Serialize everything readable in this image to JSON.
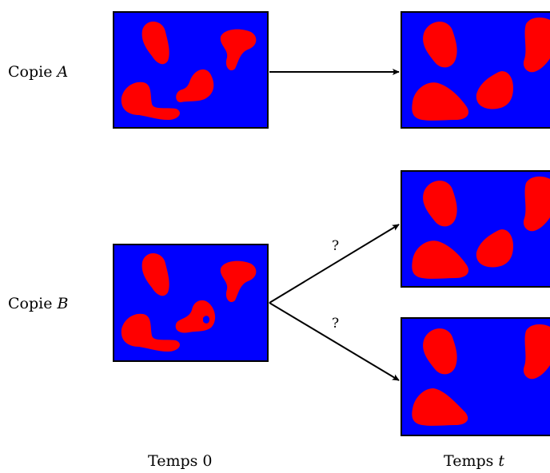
{
  "labels": {
    "copie_a_prefix": "Copie ",
    "copie_a_var": "A",
    "copie_b_prefix": "Copie ",
    "copie_b_var": "B",
    "temps_0": "Temps 0",
    "temps_t_prefix": "Temps ",
    "temps_t_var": "t",
    "question_upper": "?",
    "question_lower": "?"
  },
  "colors": {
    "background": "#0000ff",
    "blob": "#ff0000",
    "border": "#000000"
  }
}
